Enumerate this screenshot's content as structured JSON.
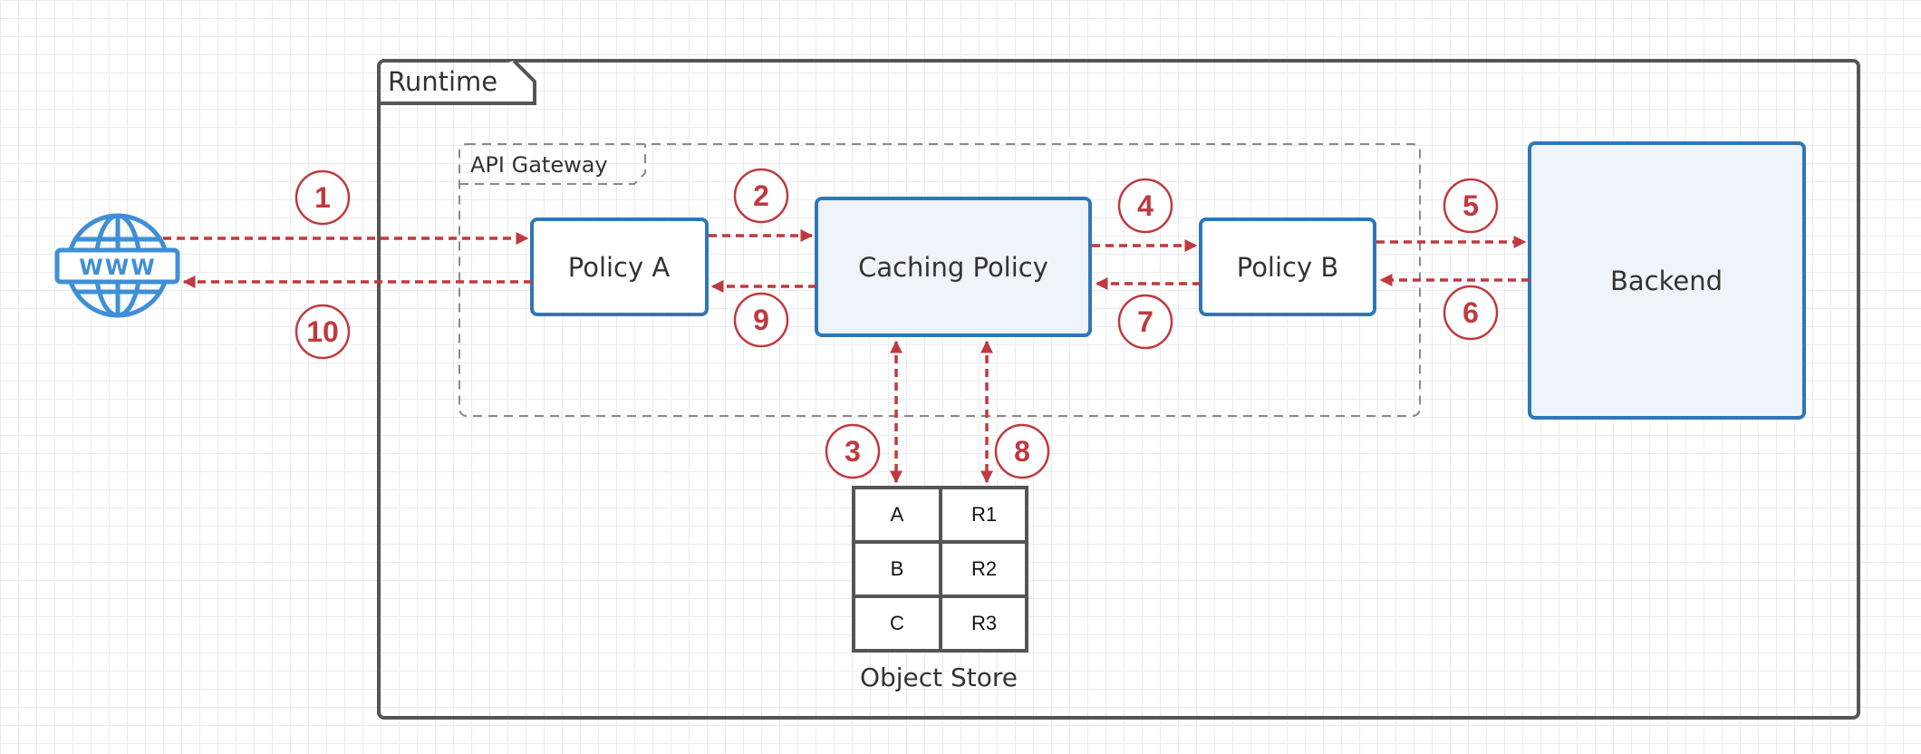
{
  "diagram": {
    "containers": {
      "runtime": "Runtime",
      "api_gateway": "API Gateway"
    },
    "internet_icon": {
      "icon": "www-globe-icon",
      "text": "WWW"
    },
    "nodes": {
      "policy_a": "Policy A",
      "caching_policy": "Caching Policy",
      "policy_b": "Policy B",
      "backend": "Backend"
    },
    "object_store": {
      "label": "Object Store",
      "rows": [
        [
          "A",
          "R1"
        ],
        [
          "B",
          "R2"
        ],
        [
          "C",
          "R3"
        ]
      ]
    },
    "steps": [
      "1",
      "2",
      "3",
      "4",
      "5",
      "6",
      "7",
      "8",
      "9",
      "10"
    ],
    "colors": {
      "node_border": "#2e77b8",
      "node_fill_highlight": "#eef4fa",
      "arrow": "#c0393f",
      "container_border": "#555555",
      "icon": "#3f8fd6"
    }
  }
}
